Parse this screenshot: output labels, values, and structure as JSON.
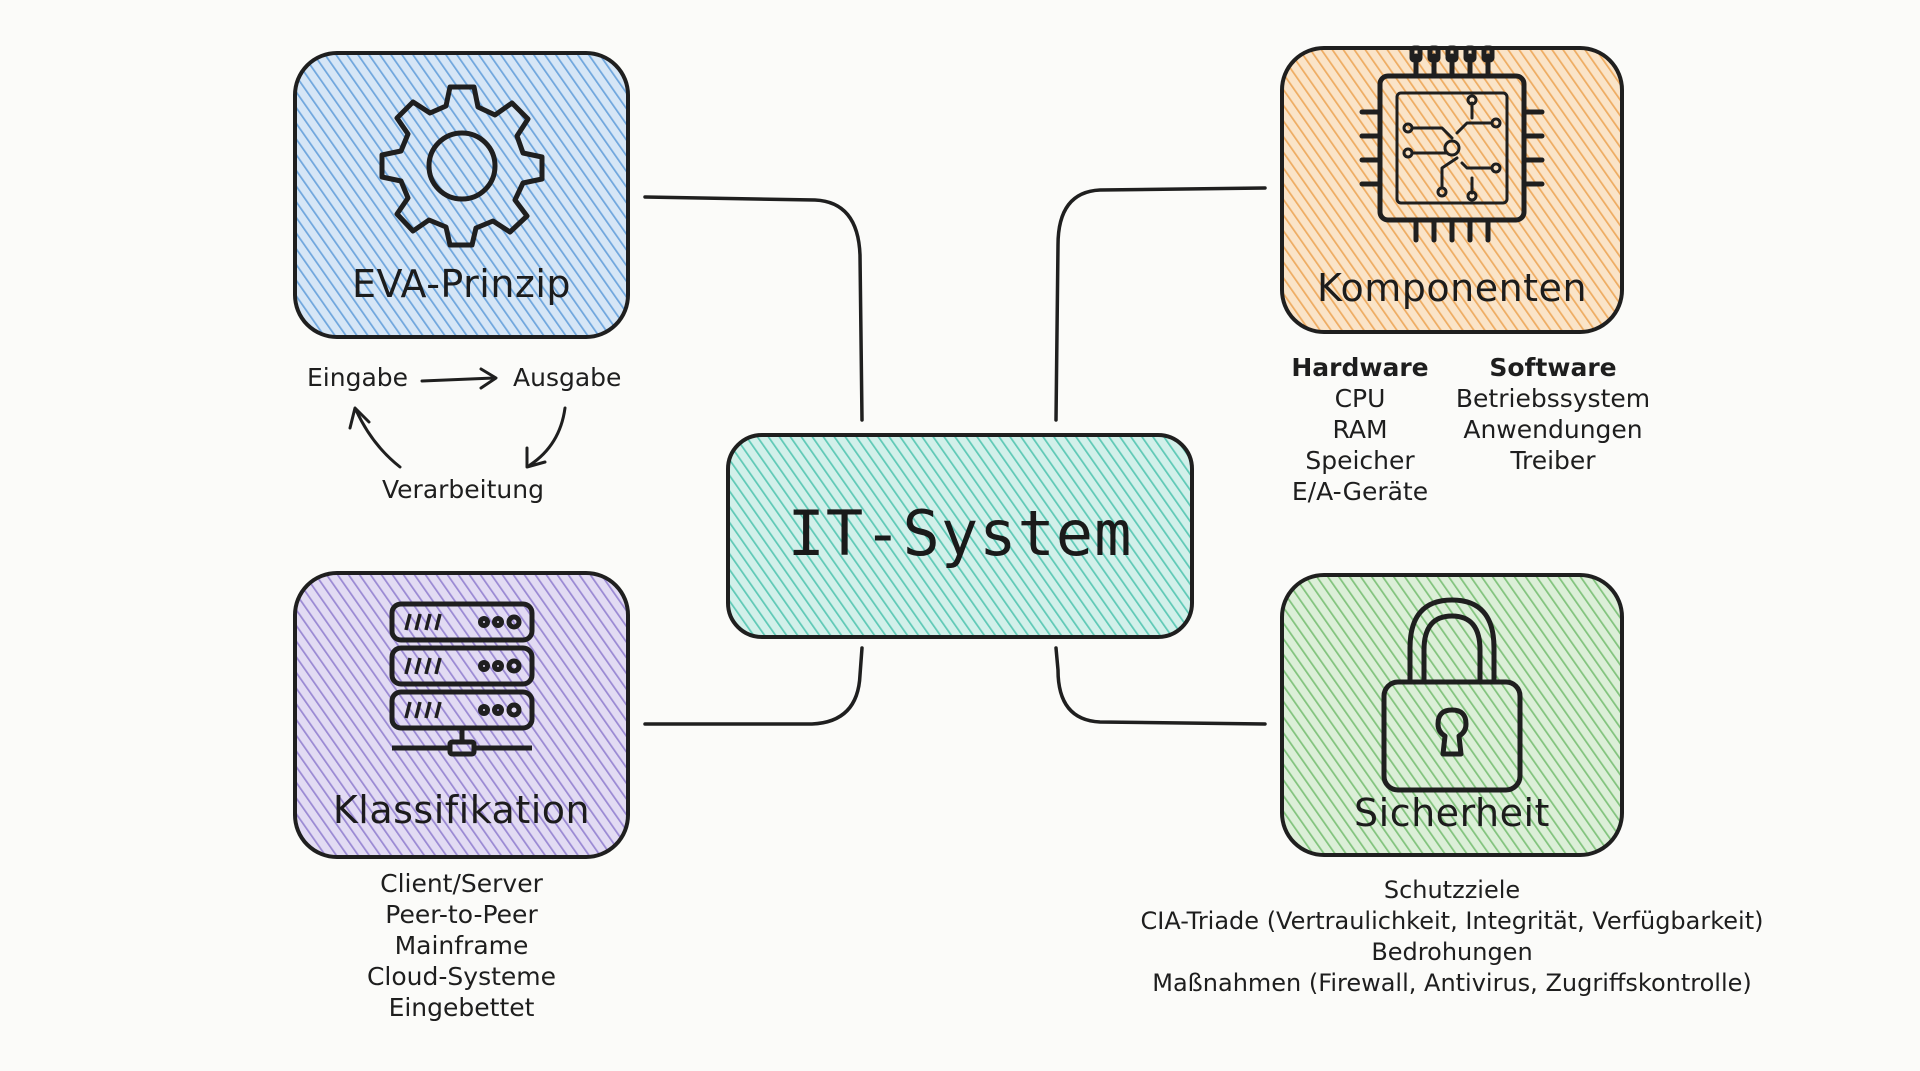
{
  "center": {
    "title": "IT-System"
  },
  "eva": {
    "title": "EVA-Prinzip",
    "icon": "gear-icon",
    "color": "#6fa6dd",
    "cycle": {
      "input": "Eingabe",
      "output": "Ausgabe",
      "process": "Verarbeitung"
    }
  },
  "komponenten": {
    "title": "Komponenten",
    "icon": "cpu-chip-icon",
    "color": "#eeac62",
    "hardware": {
      "heading": "Hardware",
      "items": [
        "CPU",
        "RAM",
        "Speicher",
        "E/A-Geräte"
      ]
    },
    "software": {
      "heading": "Software",
      "items": [
        "Betriebssystem",
        "Anwendungen",
        "Treiber"
      ]
    }
  },
  "klassifikation": {
    "title": "Klassifikation",
    "icon": "server-rack-icon",
    "color": "#9a89d3",
    "items": [
      "Client/Server",
      "Peer-to-Peer",
      "Mainframe",
      "Cloud-Systeme",
      "Eingebettet"
    ]
  },
  "sicherheit": {
    "title": "Sicherheit",
    "icon": "padlock-icon",
    "color": "#82c37d",
    "items": [
      "Schutzziele",
      "CIA-Triade (Vertraulichkeit, Integrität, Verfügbarkeit)",
      "Bedrohungen",
      "Maßnahmen (Firewall, Antivirus, Zugriffskontrolle)"
    ]
  },
  "center_color": "#5fc9b6"
}
